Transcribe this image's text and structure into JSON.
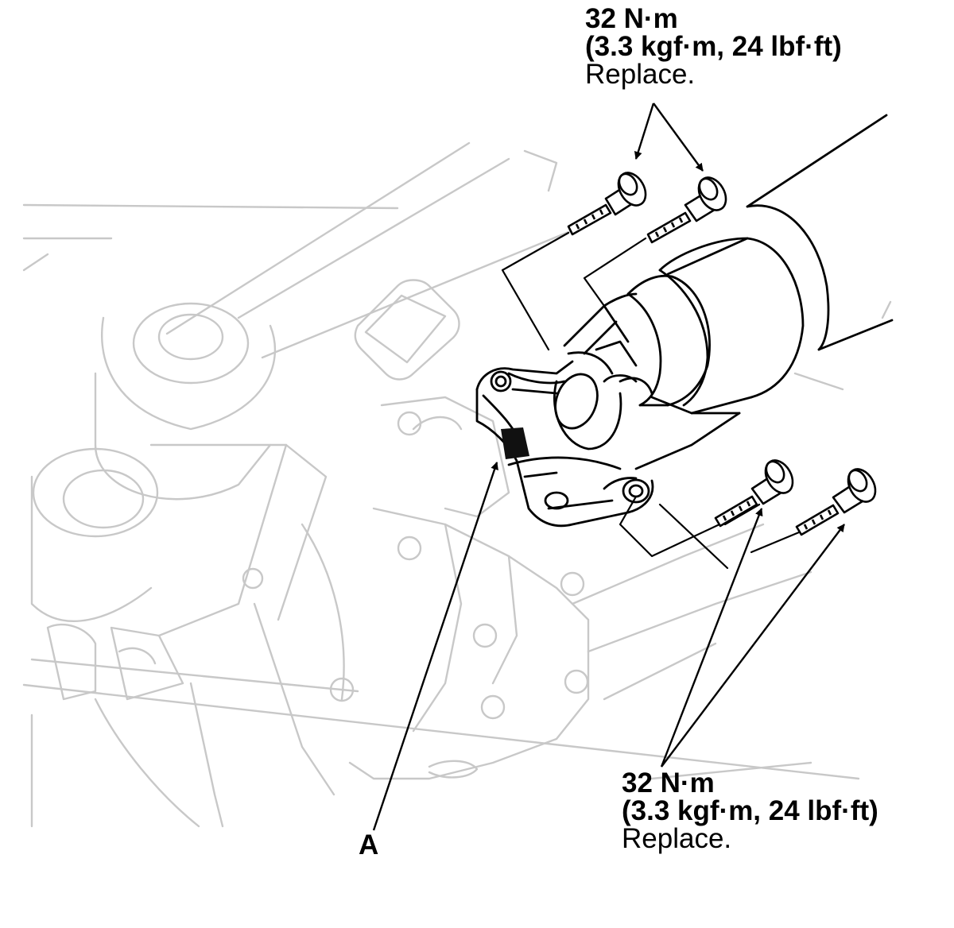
{
  "callouts": {
    "top": {
      "torque": "32 N·m",
      "conversion": "(3.3 kgf·m, 24 lbf·ft)",
      "note": "Replace."
    },
    "bottom": {
      "torque": "32 N·m",
      "conversion": "(3.3 kgf·m, 24 lbf·ft)",
      "note": "Replace."
    }
  },
  "labels": {
    "a": "A"
  },
  "colors": {
    "background_line": "#c8c8c8",
    "foreground_line": "#000000",
    "paint_mark": "#111111"
  }
}
